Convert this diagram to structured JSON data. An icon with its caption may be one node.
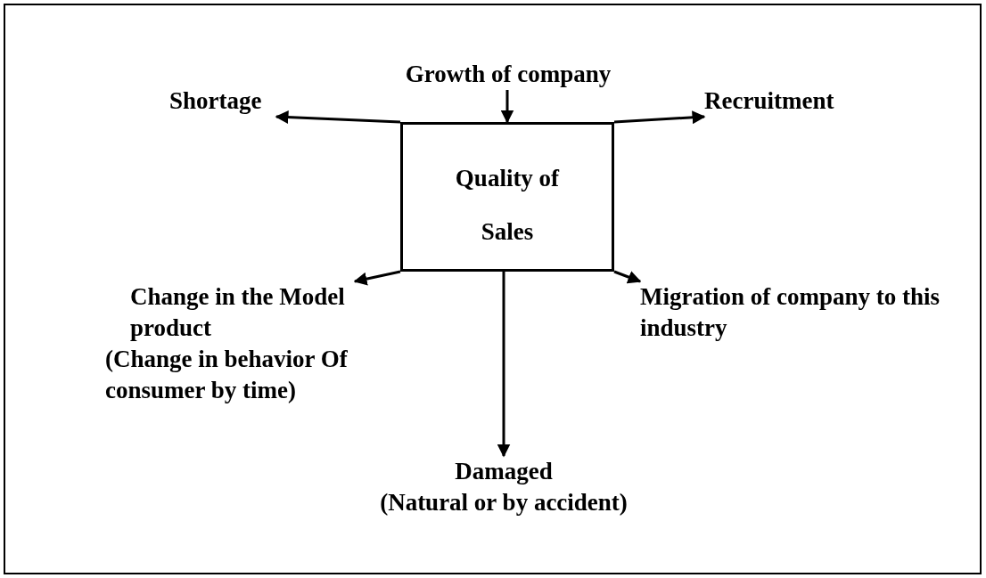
{
  "diagram": {
    "nodes": [
      {
        "text": [
          "Growth of company"
        ]
      },
      {
        "text": [
          "Shortage"
        ]
      },
      {
        "text": [
          "Quality of Sales"
        ]
      },
      {
        "text": [
          "Recruitment"
        ]
      },
      {
        "text": [
          "Change in the Model product",
          "(Change in behavior Of consumer by time)"
        ]
      },
      {
        "text": [
          "Migration of company to this industry"
        ]
      },
      {
        "text": [
          "Damaged",
          "(Natural or by accident)"
        ]
      }
    ],
    "edges": [
      {
        "from": 0,
        "to": 2,
        "arrow": "to"
      },
      {
        "from": 2,
        "to": 1,
        "arrow": "to"
      },
      {
        "from": 2,
        "to": 3,
        "arrow": "to"
      },
      {
        "from": 2,
        "to": 4,
        "arrow": "to"
      },
      {
        "from": 2,
        "to": 5,
        "arrow": "to"
      },
      {
        "from": 2,
        "to": 6,
        "arrow": "to"
      }
    ]
  }
}
